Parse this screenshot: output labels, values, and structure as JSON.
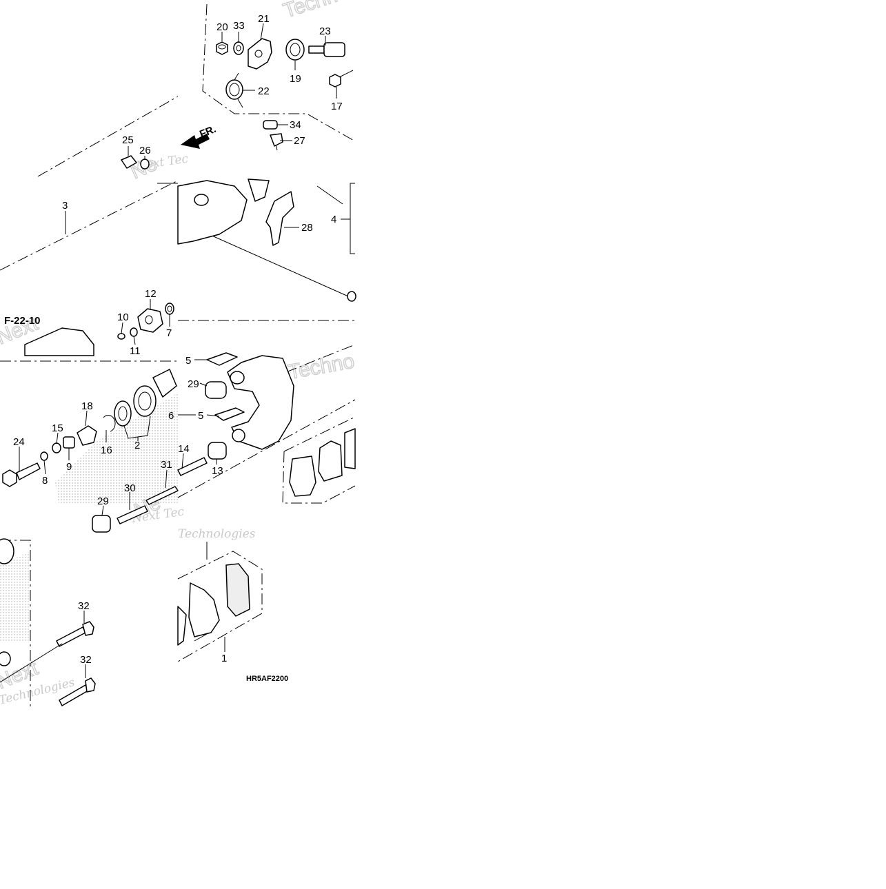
{
  "diagram": {
    "code": "HR5AF2200",
    "reference": "F-22-10",
    "direction_label": "FR.",
    "watermarks": [
      "Next Tec",
      "Technologies",
      "Techno",
      "Next Tec",
      "Technologies"
    ],
    "callouts": [
      {
        "label": "20",
        "part": "nut"
      },
      {
        "label": "33",
        "part": "washer"
      },
      {
        "label": "21",
        "part": "lever"
      },
      {
        "label": "23",
        "part": "pin"
      },
      {
        "label": "19",
        "part": "seal"
      },
      {
        "label": "22",
        "part": "spring"
      },
      {
        "label": "17",
        "part": "bolt"
      },
      {
        "label": "34",
        "part": "cap"
      },
      {
        "label": "27",
        "part": "bleeder"
      },
      {
        "label": "25",
        "part": "bleeder"
      },
      {
        "label": "26",
        "part": "cap"
      },
      {
        "label": "3",
        "part": "caliper"
      },
      {
        "label": "28",
        "part": "retainer"
      },
      {
        "label": "4",
        "part": "caliper-sub"
      },
      {
        "label": "12",
        "part": "cam"
      },
      {
        "label": "10",
        "part": "o-ring"
      },
      {
        "label": "11",
        "part": "washer"
      },
      {
        "label": "7",
        "part": "washer"
      },
      {
        "label": "5",
        "part": "spring-plate"
      },
      {
        "label": "29",
        "part": "boot"
      },
      {
        "label": "6",
        "part": "bracket"
      },
      {
        "label": "18",
        "part": "nut"
      },
      {
        "label": "15",
        "part": "washer"
      },
      {
        "label": "24",
        "part": "bolt"
      },
      {
        "label": "16",
        "part": "circlip"
      },
      {
        "label": "2",
        "part": "piston-seal-set"
      },
      {
        "label": "8",
        "part": "washer"
      },
      {
        "label": "9",
        "part": "spring"
      },
      {
        "label": "14",
        "part": "pin"
      },
      {
        "label": "31",
        "part": "bolt"
      },
      {
        "label": "13",
        "part": "boot"
      },
      {
        "label": "30",
        "part": "pin"
      },
      {
        "label": "32",
        "part": "bolt"
      },
      {
        "label": "1",
        "part": "pad-set"
      }
    ]
  }
}
